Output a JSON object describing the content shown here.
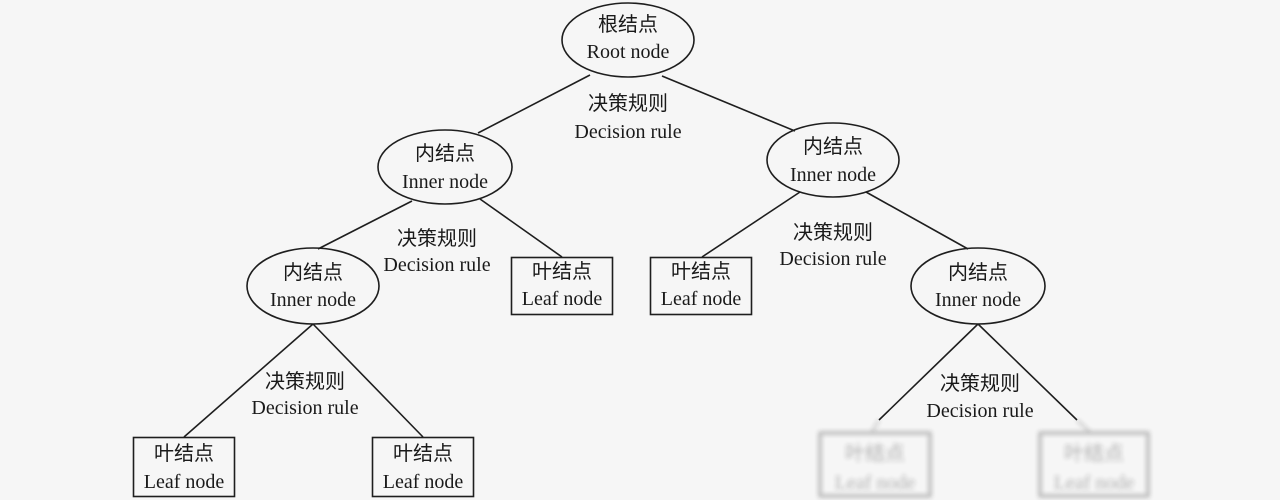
{
  "root_node": {
    "zh": "根结点",
    "en": "Root node"
  },
  "inner_nodes": [
    {
      "zh": "内结点",
      "en": "Inner node"
    },
    {
      "zh": "内结点",
      "en": "Inner node"
    },
    {
      "zh": "内结点",
      "en": "Inner node"
    },
    {
      "zh": "内结点",
      "en": "Inner node"
    }
  ],
  "leaf_nodes": [
    {
      "zh": "叶结点",
      "en": "Leaf node"
    },
    {
      "zh": "叶结点",
      "en": "Leaf node"
    },
    {
      "zh": "叶结点",
      "en": "Leaf node"
    },
    {
      "zh": "叶结点",
      "en": "Leaf node"
    },
    {
      "zh": "叶结点",
      "en": "Leaf node"
    },
    {
      "zh": "叶结点",
      "en": "Leaf node"
    }
  ],
  "decision_rules": [
    {
      "zh": "决策规则",
      "en": "Decision rule"
    },
    {
      "zh": "决策规则",
      "en": "Decision rule"
    },
    {
      "zh": "决策规则",
      "en": "Decision rule"
    },
    {
      "zh": "决策规则",
      "en": "Decision rule"
    },
    {
      "zh": "决策规则",
      "en": "Decision rule"
    }
  ],
  "colors": {
    "background": "#f6f6f6",
    "stroke": "#1e1e1e",
    "text": "#1a1a1a"
  }
}
